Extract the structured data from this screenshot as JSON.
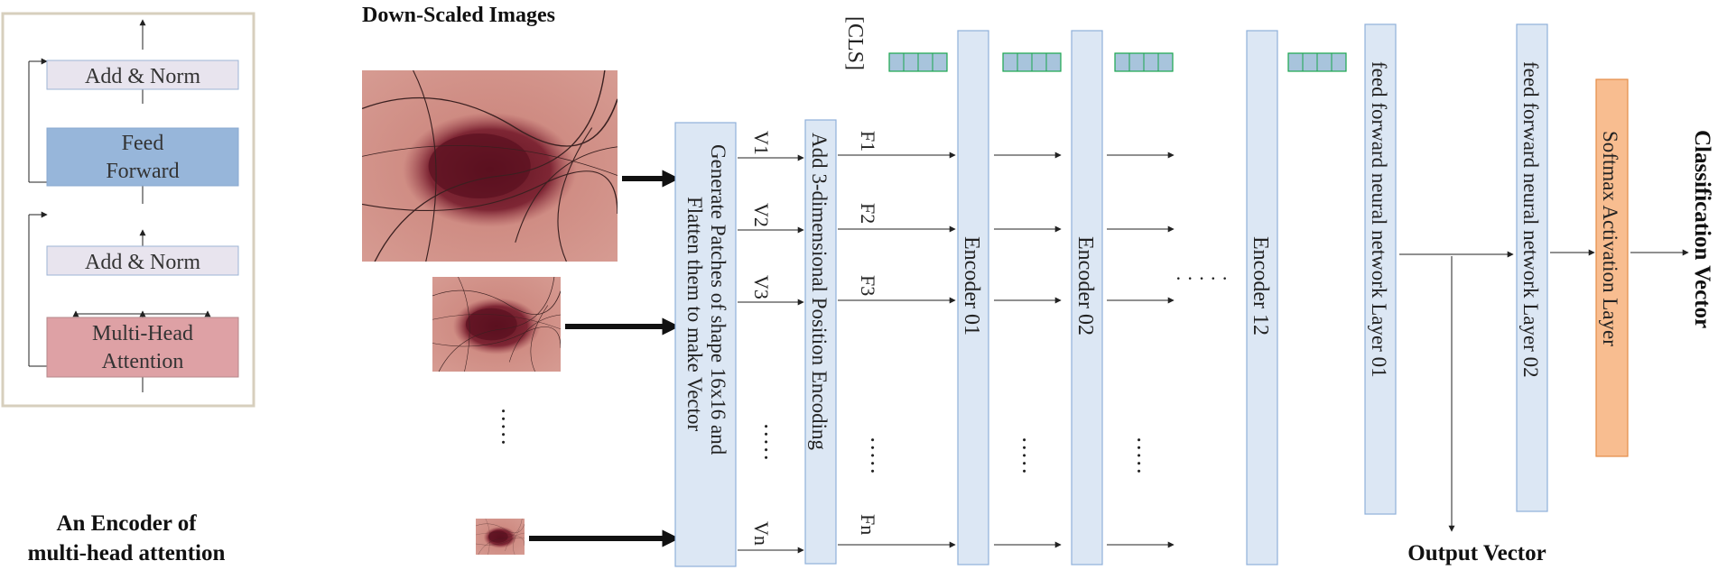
{
  "encoder_detail": {
    "add_norm_top": "Add & Norm",
    "feed_forward_1": "Feed",
    "feed_forward_2": "Forward",
    "add_norm_bottom": "Add & Norm",
    "mha_1": "Multi-Head",
    "mha_2": "Attention",
    "caption_1": "An Encoder of",
    "caption_2": "multi-head attention"
  },
  "images": {
    "title": "Down-Scaled Images",
    "ellipsis": "·····"
  },
  "patch_block": {
    "line1": "Generate Patches of shape 16x16 and",
    "line2": "Flatten them to make Vector"
  },
  "vector_labels": [
    "V1",
    "V2",
    "V3",
    "Vn"
  ],
  "position_block": "Add 3-dimensional Position Encoding",
  "feature_labels": [
    "F1",
    "F2",
    "F3",
    "Fn"
  ],
  "cls_label": "[CLS]",
  "encoders": [
    "Encoder 01",
    "Encoder 02",
    "Encoder 12"
  ],
  "ellipses": {
    "vertical": "·····",
    "horizontal": "· · · · ·"
  },
  "ffn": [
    "feed forward neural network Layer 01",
    "feed forward neural network Layer 02"
  ],
  "softmax": "Softmax Activation Layer",
  "output_vector": "Output Vector",
  "classification_vector": "Classification Vector",
  "colors": {
    "add_norm_fill": "#e8e4ee",
    "feed_forward_fill": "#97b6da",
    "mha_fill": "#dea1a5",
    "block_fill": "#dce7f4",
    "block_stroke": "#8fb0da",
    "softmax_fill": "#f8bd90",
    "softmax_stroke": "#e48c48",
    "token_fill": "#a8c4dc",
    "token_stroke": "#1aa64e",
    "frame": "#d7cfbd",
    "skin": "#cf8a82",
    "lesion": "#7a2430"
  }
}
